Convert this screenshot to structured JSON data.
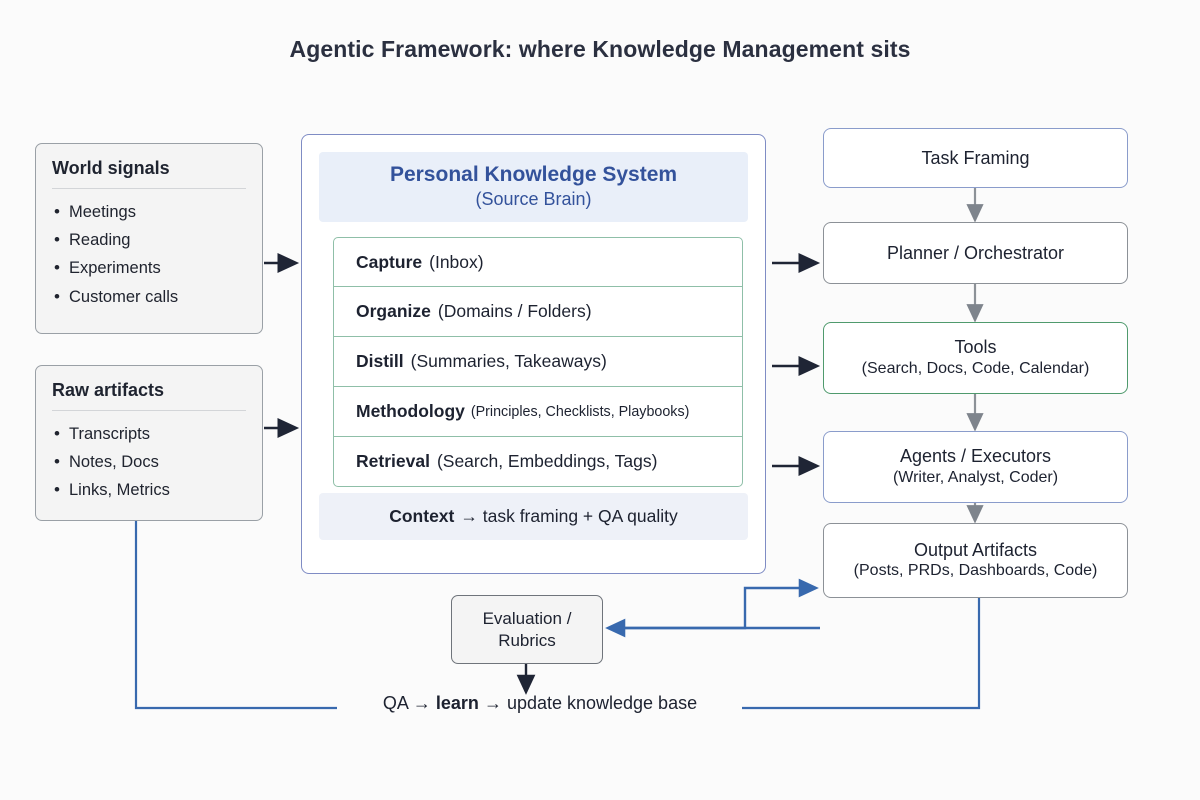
{
  "title": "Agentic Framework: where Knowledge Management sits",
  "colors": {
    "accent_blue": "#33529b",
    "edge_blue": "#3869ae",
    "edge_dark": "#1f2535",
    "edge_gray": "#8c9197",
    "layer_green": "#8fbfa8",
    "tools_green": "#4f9a6d",
    "card_bg": "#f4f4f4",
    "header_band": "#e9eff9",
    "page_bg": "#fbfbfb"
  },
  "left_column": [
    {
      "heading": "World signals",
      "items": [
        "Meetings",
        "Reading",
        "Experiments",
        "Customer calls"
      ]
    },
    {
      "heading": "Raw artifacts",
      "items": [
        "Transcripts",
        "Notes, Docs",
        "Links, Metrics"
      ]
    }
  ],
  "center": {
    "header_title": "Personal Knowledge System",
    "header_subtitle": "(Source Brain)",
    "layers": [
      {
        "name": "Capture",
        "detail": "(Inbox)",
        "small": false
      },
      {
        "name": "Organize",
        "detail": "(Domains / Folders)",
        "small": false
      },
      {
        "name": "Distill",
        "detail": "(Summaries, Takeaways)",
        "small": false
      },
      {
        "name": "Methodology",
        "detail": "(Principles, Checklists, Playbooks)",
        "small": true
      },
      {
        "name": "Retrieval",
        "detail": "(Search, Embeddings, Tags)",
        "small": false
      }
    ],
    "context": {
      "name": "Context",
      "detail": "→ task framing + QA quality"
    }
  },
  "right_column": [
    {
      "title": "Task Framing",
      "subtitle": "",
      "border": "blue"
    },
    {
      "title": "Planner / Orchestrator",
      "subtitle": "",
      "border": "gray"
    },
    {
      "title": "Tools",
      "subtitle": "(Search, Docs, Code, Calendar)",
      "border": "green"
    },
    {
      "title": "Agents / Executors",
      "subtitle": "(Writer, Analyst, Coder)",
      "border": "blue"
    },
    {
      "title": "Output Artifacts",
      "subtitle": "(Posts, PRDs, Dashboards, Code)",
      "border": "gray"
    }
  ],
  "evaluation": {
    "line1": "Evaluation /",
    "line2": "Rubrics"
  },
  "feedback_loop": {
    "prefix": "QA ",
    "arrow1": "→",
    "mid": " learn ",
    "arrow2": "→",
    "suffix": " update knowledge base"
  }
}
